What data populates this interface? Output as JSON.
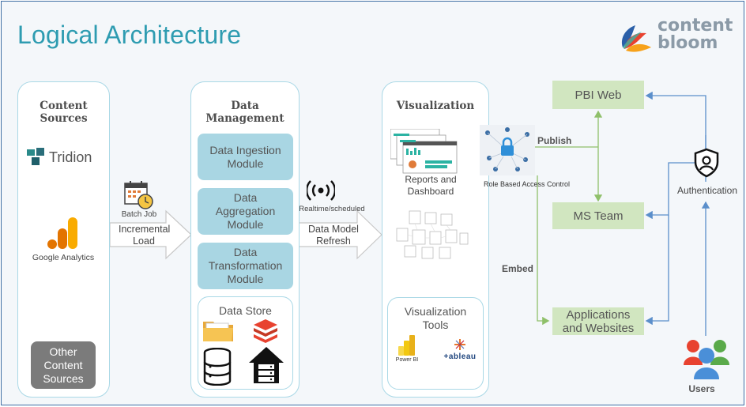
{
  "title": "Logical Architecture",
  "logo": {
    "line1": "content",
    "line2": "bloom"
  },
  "content_sources": {
    "title": "Content Sources",
    "tridion": "Tridion",
    "google_analytics": "Google Analytics",
    "other": "Other Content Sources"
  },
  "batch_job": {
    "label": "Batch Job",
    "arrow_label": "Incremental Load"
  },
  "data_management": {
    "title": "Data Management",
    "modules": [
      "Data Ingestion Module",
      "Data Aggregation Module",
      "Data Transformation Module"
    ],
    "data_store": "Data Store"
  },
  "realtime": {
    "label": "Realtime/scheduled",
    "arrow_label": "Data Model Refresh"
  },
  "visualization": {
    "title": "Visualization",
    "reports": "Reports and Dashboard",
    "tools_title": "Visualization Tools",
    "power_bi": "Power BI",
    "tableau": "+ableau"
  },
  "rbac": "Role Based Access Control",
  "publish": "Publish",
  "embed": "Embed",
  "pbi_web": "PBI Web",
  "ms_team": "MS Team",
  "apps": "Applications and Websites",
  "authentication": "Authentication",
  "users": "Users",
  "colors": {
    "teal": "#2e9cb1",
    "module": "#a9d6e3",
    "green_box": "#d1e6c0",
    "arrow_blue": "#5b8fcb",
    "arrow_green": "#8fc06a"
  }
}
